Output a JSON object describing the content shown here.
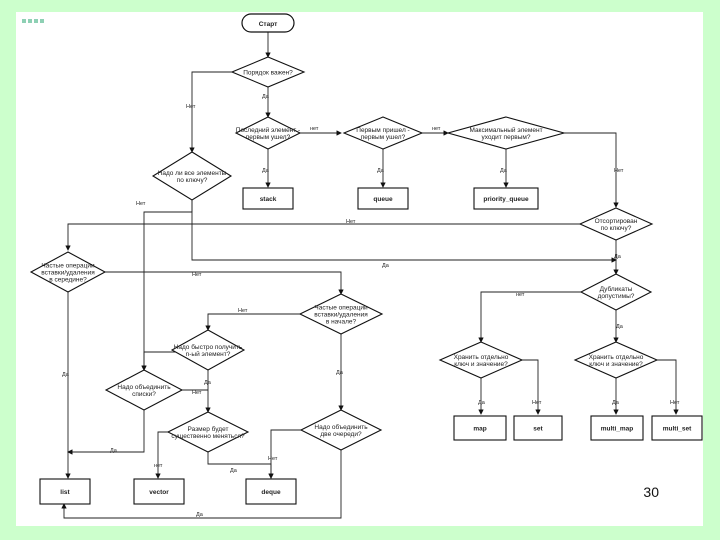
{
  "start": {
    "label": "Старт"
  },
  "decisions": {
    "order_matters": [
      "Порядок важен?"
    ],
    "first_last_el": [
      "Последний элемент -",
      "первым ушел?"
    ],
    "first_first_el": [
      "Первым пришел -",
      "первым ушел?"
    ],
    "highest_first": [
      "Максимальный элемент",
      "уходит первым?"
    ],
    "all_elements": [
      "Надо ли все элементы",
      "по ключу?"
    ],
    "sorted_key": [
      "Отсортирован",
      "по ключу?"
    ],
    "mid_insert": [
      "Частые операции",
      "вставки/удаления",
      "в середине?"
    ],
    "dup_allowed": [
      "Дубликаты",
      "допустимы?"
    ],
    "freq_search": [
      "Частые операции",
      "вставки/удаления",
      "в начале?"
    ],
    "fast_get": [
      "Надо быстро получить",
      "n-ый элемент?"
    ],
    "store_kv": [
      "Хранить отдельно",
      "ключ и значение?"
    ],
    "store_kv2": [
      "Хранить отдельно",
      "ключ и значение?"
    ],
    "merge_sort": [
      "Надо объединить",
      "списки?"
    ],
    "size_change": [
      "Размер будет",
      "существенно меняться?"
    ],
    "merge_lists": [
      "Надо объединить",
      "две очереди?"
    ]
  },
  "boxes": {
    "stack": "stack",
    "queue": "queue",
    "priority_queue": "priority_queue",
    "map": "map",
    "set": "set",
    "multimap": "multi_map",
    "multiset": "multi_set",
    "list": "list",
    "vector": "vector",
    "deque": "deque"
  },
  "edges": {
    "yes": "Да",
    "no": "Нет",
    "no_lower": "нет"
  },
  "page_number": "30"
}
